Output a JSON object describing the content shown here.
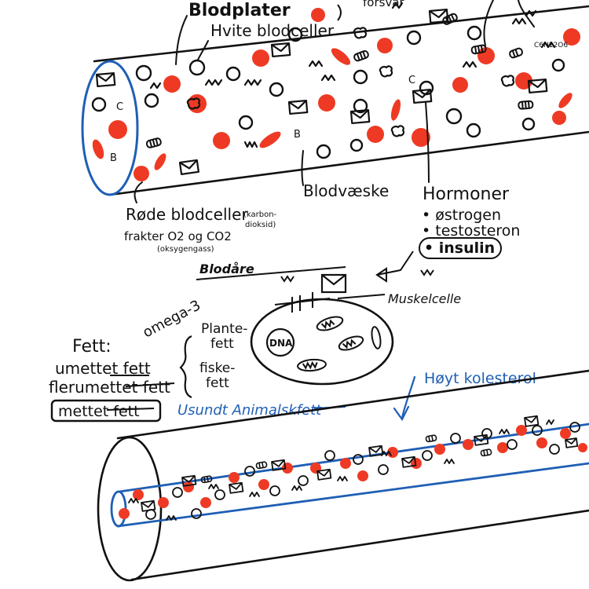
{
  "labels": {
    "blodplater": "Blodplater",
    "hvite": "Hvite blodceller",
    "forsvar_partial": "forsvar",
    "glucose": "C6H12O6",
    "rode": "Røde blodceller",
    "frakter": "frakter O2 og CO2",
    "oksygengass": "(oksygengass)",
    "karbondioksid_1": "(karbon-",
    "karbondioksid_2": "dioksid)",
    "blodvaeske": "Blodvæske",
    "hormoner": "Hormoner",
    "h1": "• østrogen",
    "h2": "• testosteron",
    "h3": "• insulin",
    "blodare": "Blodåre",
    "omega": "omega-3",
    "muskelcelle": "Muskelcelle",
    "dna": "DNA",
    "fett": "Fett:",
    "umettet": "umettet fett",
    "flerumettet": "flerumettet fett",
    "mettet": "mettet fett",
    "plantefett_1": "Plante-",
    "plantefett_2": "fett",
    "fiskefett_1": "fiske-",
    "fiskefett_2": "fett",
    "usundt": "Usundt Animalskfett",
    "hoyt": "Høyt kolesterol",
    "letter_b": "B",
    "letter_c": "C"
  },
  "colors": {
    "ink": "#111111",
    "red": "#ee3a24",
    "blue": "#1f5fb5"
  }
}
